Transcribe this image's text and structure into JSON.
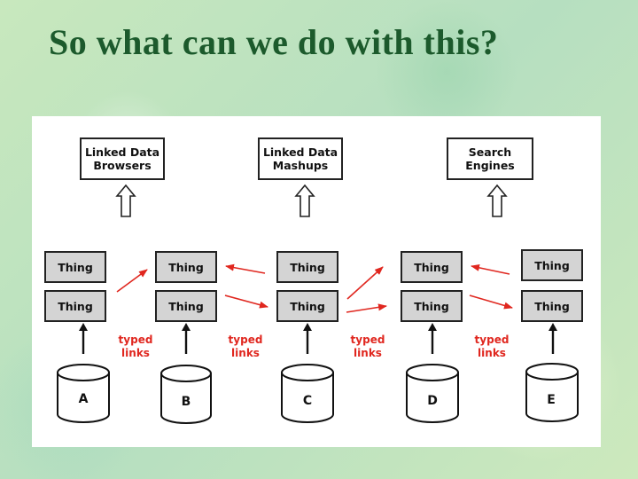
{
  "slide": {
    "title": "So what can we do with this?"
  },
  "apps": [
    {
      "line1": "Linked Data",
      "line2": "Browsers"
    },
    {
      "line1": "Linked Data",
      "line2": "Mashups"
    },
    {
      "line1": "Search",
      "line2": "Engines"
    }
  ],
  "thing_label": "Thing",
  "link_label": {
    "line1": "typed",
    "line2": "links"
  },
  "databases": [
    "A",
    "B",
    "C",
    "D",
    "E"
  ],
  "colors": {
    "link_arrow": "#e0271f",
    "thing_fill": "#d4d4d4",
    "outline": "#222222"
  }
}
